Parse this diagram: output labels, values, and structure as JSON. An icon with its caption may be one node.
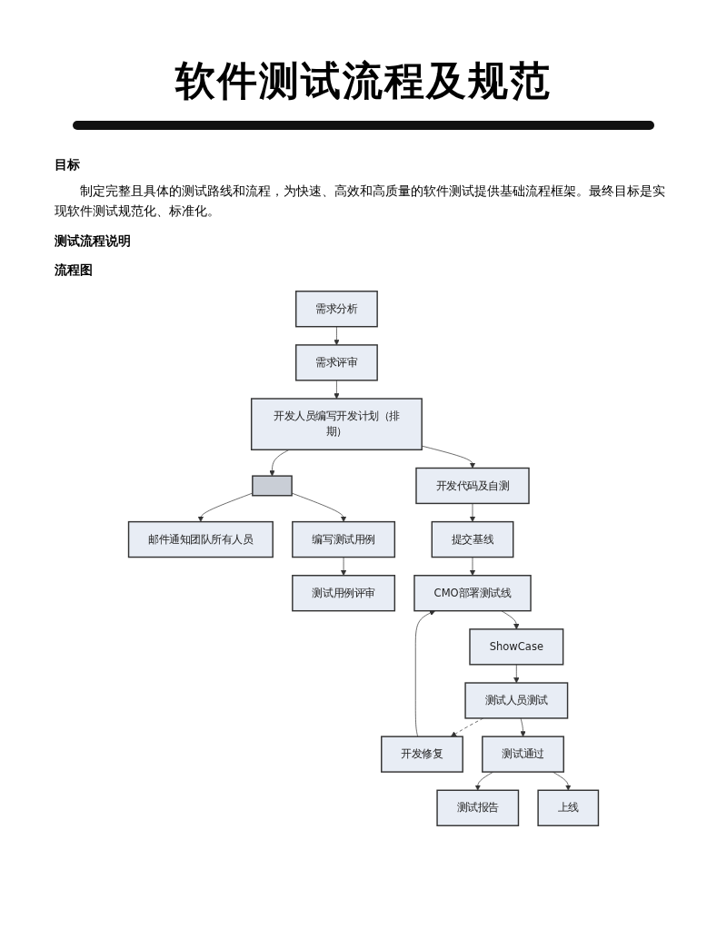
{
  "diagram": {
    "title": "软件测试流程及规范",
    "nodes": [
      {
        "text": [
          "需求分析"
        ]
      },
      {
        "text": [
          "需求评审"
        ]
      },
      {
        "text": [
          "开发人员编写开发计划（排期）"
        ]
      },
      {
        "text": [],
        "shape": "box"
      },
      {
        "text": [
          "邮件通知团队所有人员"
        ]
      },
      {
        "text": [
          "开发代码及自测"
        ]
      },
      {
        "text": [
          "编写测试用例"
        ]
      },
      {
        "text": [
          "提交基线"
        ]
      },
      {
        "text": [
          "测试用例评审"
        ]
      },
      {
        "text": [
          "CMO部署测试线"
        ]
      },
      {
        "text": [
          "ShowCase"
        ]
      },
      {
        "text": [
          "测试人员测试"
        ]
      },
      {
        "text": [
          "开发修复"
        ]
      },
      {
        "text": [
          "测试通过"
        ]
      },
      {
        "text": [
          "测试报告"
        ]
      },
      {
        "text": [
          "上线"
        ]
      }
    ],
    "edges": [
      {
        "from": 0,
        "to": 1,
        "arrow": "to"
      },
      {
        "from": 1,
        "to": 2,
        "arrow": "to"
      },
      {
        "from": 2,
        "to": 3,
        "arrow": "to"
      },
      {
        "from": 3,
        "to": 4,
        "arrow": "to"
      },
      {
        "from": 2,
        "to": 5,
        "arrow": "to"
      },
      {
        "from": 3,
        "to": 6,
        "arrow": "to"
      },
      {
        "from": 5,
        "to": 7,
        "arrow": "to"
      },
      {
        "from": 6,
        "to": 8,
        "arrow": "to"
      },
      {
        "from": 7,
        "to": 9,
        "arrow": "to"
      },
      {
        "from": 9,
        "to": 10,
        "arrow": "to"
      },
      {
        "from": 10,
        "to": 11,
        "arrow": "to"
      },
      {
        "from": 11,
        "to": 12,
        "arrow": "to",
        "style": "dashed"
      },
      {
        "from": 12,
        "to": 9,
        "arrow": "to"
      },
      {
        "from": 11,
        "to": 13,
        "arrow": "to"
      },
      {
        "from": 13,
        "to": 14,
        "arrow": "to"
      },
      {
        "from": 13,
        "to": 15,
        "arrow": "to"
      }
    ],
    "labels": [
      "目标",
      "制定完整且具体的测试路线和流程，为快速、高效和高质量的软件测试提供基础流程框架。最终目标是实现软件测试规范化、标准化。",
      "测试流程说明",
      "流程图"
    ]
  }
}
